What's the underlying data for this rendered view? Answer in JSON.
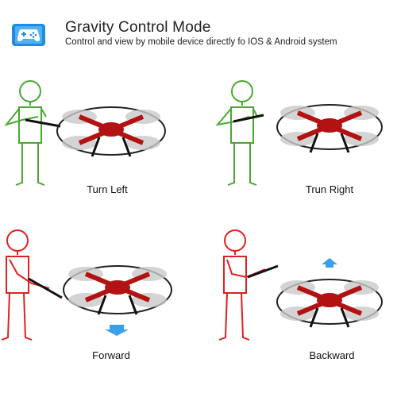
{
  "header": {
    "icon": "gamepad-phone-icon",
    "title": "Gravity Control Mode",
    "subtitle": "Control and view by mobile device directly fo IOS & Android system"
  },
  "colors": {
    "accent_blue": "#1e8ce0",
    "green_figure": "#4aa832",
    "red_figure": "#e02020",
    "drone_red": "#b31212",
    "arrow_blue": "#3aa0e8"
  },
  "panels": [
    {
      "caption": "Turn Left",
      "figure_color": "green",
      "arrow": "none"
    },
    {
      "caption": "Trun Right",
      "figure_color": "green",
      "arrow": "none"
    },
    {
      "caption": "Forward",
      "figure_color": "red",
      "arrow": "down"
    },
    {
      "caption": "Backward",
      "figure_color": "red",
      "arrow": "up"
    }
  ]
}
